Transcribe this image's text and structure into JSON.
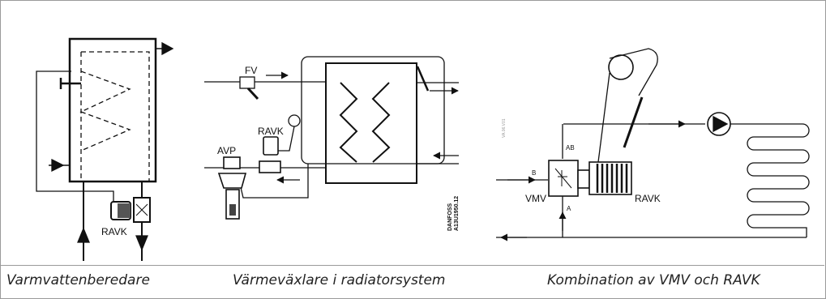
{
  "diagrams": {
    "left": {
      "caption": "Varmvattenberedare",
      "label_ravk": "RAVK"
    },
    "middle": {
      "caption": "Värmeväxlare i radiatorsystem",
      "label_fv": "FV",
      "label_ravk": "RAVK",
      "label_avp": "AVP",
      "vertical_code_line1": "DANFOSS",
      "vertical_code_line2": "A13U1950.12"
    },
    "right": {
      "caption": "Kombination av VMV och RAVK",
      "label_ab": "AB",
      "label_b": "B",
      "label_a": "A",
      "label_vmv": "VMV",
      "label_ravk": "RAVK",
      "vertical_code": "VA.06.V01"
    }
  }
}
